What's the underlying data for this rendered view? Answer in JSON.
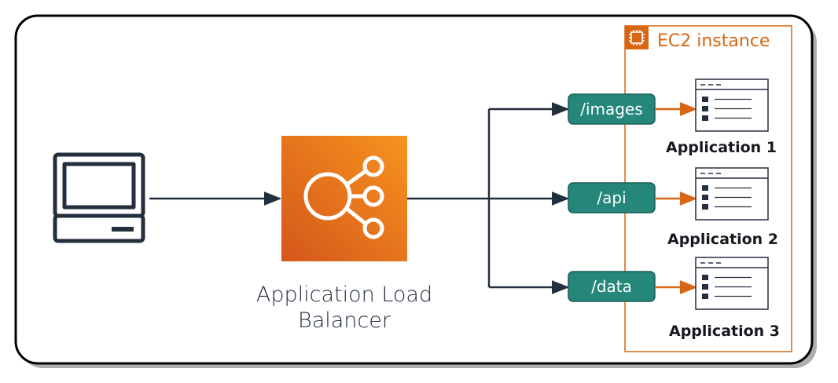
{
  "load_balancer": {
    "label_line1": "Application Load",
    "label_line2": "Balancer"
  },
  "ec2": {
    "title": "EC2 instance"
  },
  "routes": [
    {
      "path": "/images",
      "app": "Application 1"
    },
    {
      "path": "/api",
      "app": "Application 2"
    },
    {
      "path": "/data",
      "app": "Application 3"
    }
  ],
  "colors": {
    "border": "#000000",
    "connector": "#232f3e",
    "route_fill": "#25867a",
    "route_stroke": "#1a5f57",
    "orange_arrow": "#d86613",
    "ec2_border": "#d86613",
    "alb_gradient_start": "#f7931e",
    "alb_gradient_end": "#d4571b"
  },
  "icons": {
    "client": "laptop-icon",
    "load_balancer": "application-load-balancer-icon",
    "ec2": "ec2-chip-icon",
    "application": "application-window-icon"
  }
}
